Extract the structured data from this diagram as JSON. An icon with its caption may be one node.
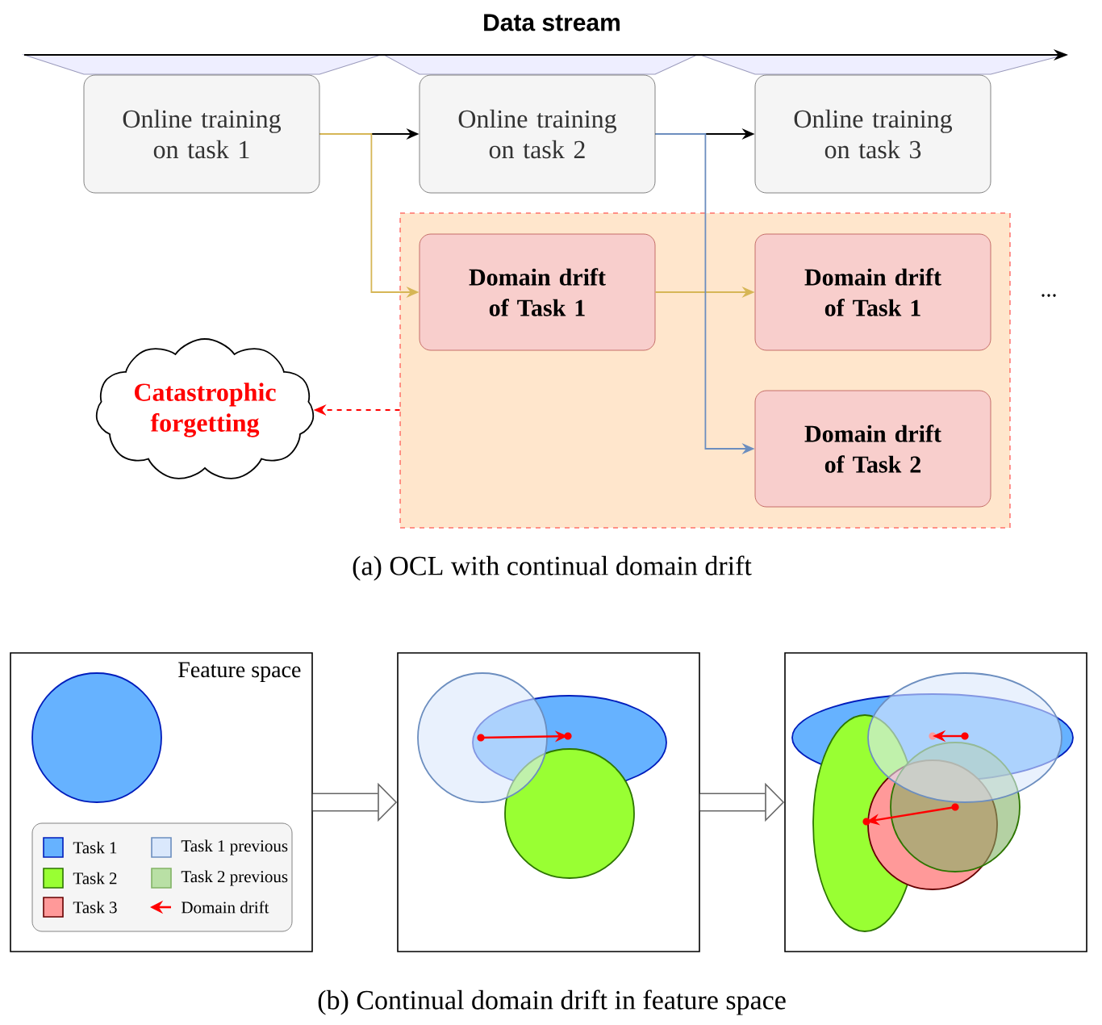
{
  "diagram": {
    "nodes": [
      {
        "text": [
          "Online training on task 1"
        ]
      },
      {
        "text": [
          "Online training on task 2"
        ]
      },
      {
        "text": [
          "Online training on task 3"
        ]
      },
      {
        "text": [],
        "shape": "box"
      },
      {
        "text": [
          "Domain drift of Task 1"
        ],
        "in": 3
      },
      {
        "text": [
          "Domain drift of Task 1"
        ],
        "in": 3
      },
      {
        "text": [
          "Domain drift of Task 2"
        ],
        "in": 3
      },
      {
        "text": [
          "Catastrophic forgetting"
        ]
      },
      {
        "text": [
          "Feature space"
        ]
      },
      {
        "text": [],
        "shape": "box"
      },
      {
        "text": [],
        "shape": "box"
      }
    ],
    "edges": [
      {
        "from": 0,
        "to": 1,
        "arrow": "to"
      },
      {
        "from": 1,
        "to": 2,
        "arrow": "to"
      },
      {
        "from": 0,
        "to": 4,
        "arrow": "to",
        "color": "#d6b656"
      },
      {
        "from": 4,
        "to": 5,
        "arrow": "to",
        "color": "#d6b656"
      },
      {
        "from": 1,
        "to": 6,
        "arrow": "to",
        "color": "#6c8ebf"
      },
      {
        "from": 3,
        "to": 7,
        "arrow": "to",
        "style": "dashed",
        "color": "#ff0000"
      },
      {
        "from": 8,
        "to": 9,
        "arrow": "to",
        "style": "thick",
        "color": "#666666"
      },
      {
        "from": 9,
        "to": 10,
        "arrow": "to",
        "style": "thick",
        "color": "#666666"
      }
    ],
    "labels": [
      "Data stream",
      "...",
      "(a) OCL with continual domain drift",
      "(b) Continual domain drift in feature space"
    ],
    "legend": [
      {
        "text": "Task 1",
        "color": "#66b2ff"
      },
      {
        "text": "Task 1 previous",
        "color": "#dae8fc"
      },
      {
        "text": "Task 2",
        "color": "#99ff33"
      },
      {
        "text": "Task 2 previous",
        "color": "#b9e0a5"
      },
      {
        "text": "Task 3",
        "color": "#ff9999"
      },
      {
        "text": "Domain drift"
      }
    ]
  }
}
